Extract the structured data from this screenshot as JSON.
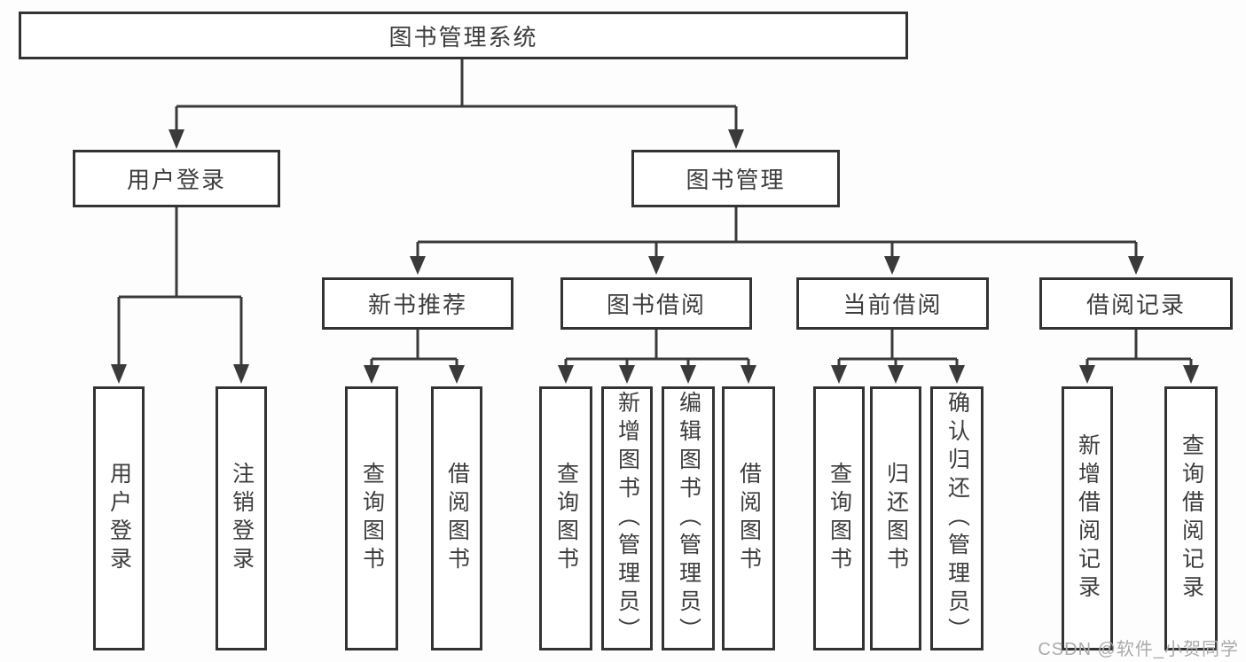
{
  "diagram": {
    "root": {
      "label": "图书管理系统"
    },
    "branches": [
      {
        "label": "用户登录",
        "children": [
          {
            "label": "用户登录"
          },
          {
            "label": "注销登录"
          }
        ]
      },
      {
        "label": "图书管理",
        "sections": [
          {
            "label": "新书推荐",
            "children": [
              {
                "label": "查询图书"
              },
              {
                "label": "借阅图书"
              }
            ]
          },
          {
            "label": "图书借阅",
            "children": [
              {
                "label": "查询图书"
              },
              {
                "label": "新增图书（管理员）"
              },
              {
                "label": "编辑图书（管理员）"
              },
              {
                "label": "借阅图书"
              }
            ]
          },
          {
            "label": "当前借阅",
            "children": [
              {
                "label": "查询图书"
              },
              {
                "label": "归还图书"
              },
              {
                "label": "确认归还（管理员）"
              }
            ]
          },
          {
            "label": "借阅记录",
            "children": [
              {
                "label": "新增借阅记录"
              },
              {
                "label": "查询借阅记录"
              }
            ]
          }
        ]
      }
    ]
  },
  "watermark": {
    "text": "CSDN @软件_小贺同学"
  },
  "colors": {
    "background": "#fdfdfd",
    "box_fill": "#ffffff",
    "box_border": "#333333",
    "connector": "#3a3a3a",
    "text": "#3d3d3d",
    "watermark": "#ababab"
  }
}
